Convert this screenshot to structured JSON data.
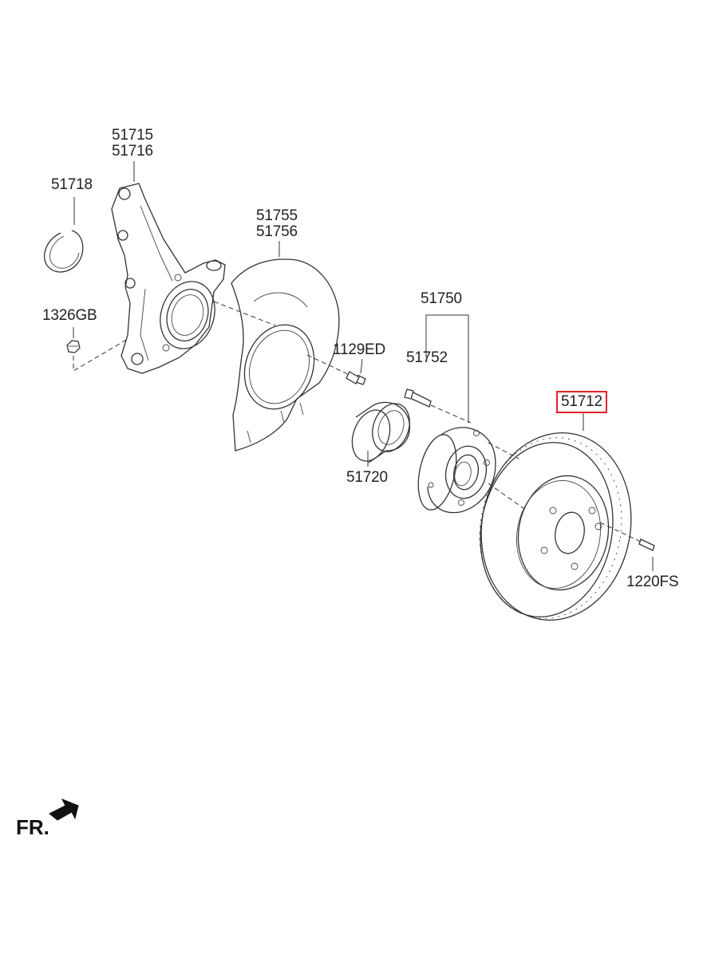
{
  "parts": [
    {
      "key": "knuckle",
      "lines": [
        "51715",
        "51716"
      ],
      "highlight": false
    },
    {
      "key": "snap_ring",
      "lines": [
        "51718"
      ],
      "highlight": false
    },
    {
      "key": "dust_cover",
      "lines": [
        "51755",
        "51756"
      ],
      "highlight": false
    },
    {
      "key": "nut",
      "lines": [
        "1326GB"
      ],
      "highlight": false
    },
    {
      "key": "hub_assy",
      "lines": [
        "51750"
      ],
      "highlight": false
    },
    {
      "key": "cover_bolt",
      "lines": [
        "1129ED"
      ],
      "highlight": false
    },
    {
      "key": "hub_bolt",
      "lines": [
        "51752"
      ],
      "highlight": false
    },
    {
      "key": "disc",
      "lines": [
        "51712"
      ],
      "highlight": true
    },
    {
      "key": "bearing",
      "lines": [
        "51720"
      ],
      "highlight": false
    },
    {
      "key": "screw",
      "lines": [
        "1220FS"
      ],
      "highlight": false
    }
  ],
  "orientation_label": "FR.",
  "colors": {
    "highlight": "#e4202a",
    "line": "#333333"
  },
  "icons": {
    "orientation": "arrow-front-left-icon"
  }
}
